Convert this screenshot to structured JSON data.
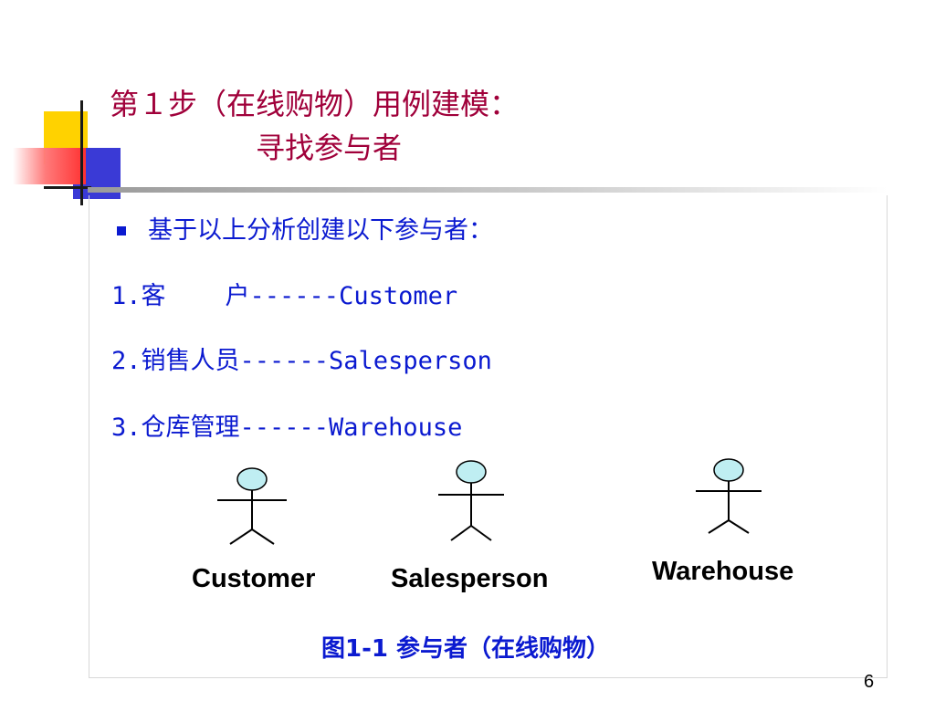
{
  "slide": {
    "title_line1": "第１步（在线购物）用例建模：",
    "title_line2": "寻找参与者",
    "intro": "基于以上分析创建以下参与者：",
    "items": [
      "1.客    户------Customer",
      "2.销售人员------Salesperson",
      "3.仓库管理------Warehouse"
    ],
    "actors": [
      "Customer",
      "Salesperson",
      "Warehouse"
    ],
    "caption": "图1-1 参与者（在线购物）",
    "page_number": "6"
  },
  "colors": {
    "title": "#a0003a",
    "body_text": "#0b1ad0",
    "actor_head": "#bfeef2"
  }
}
